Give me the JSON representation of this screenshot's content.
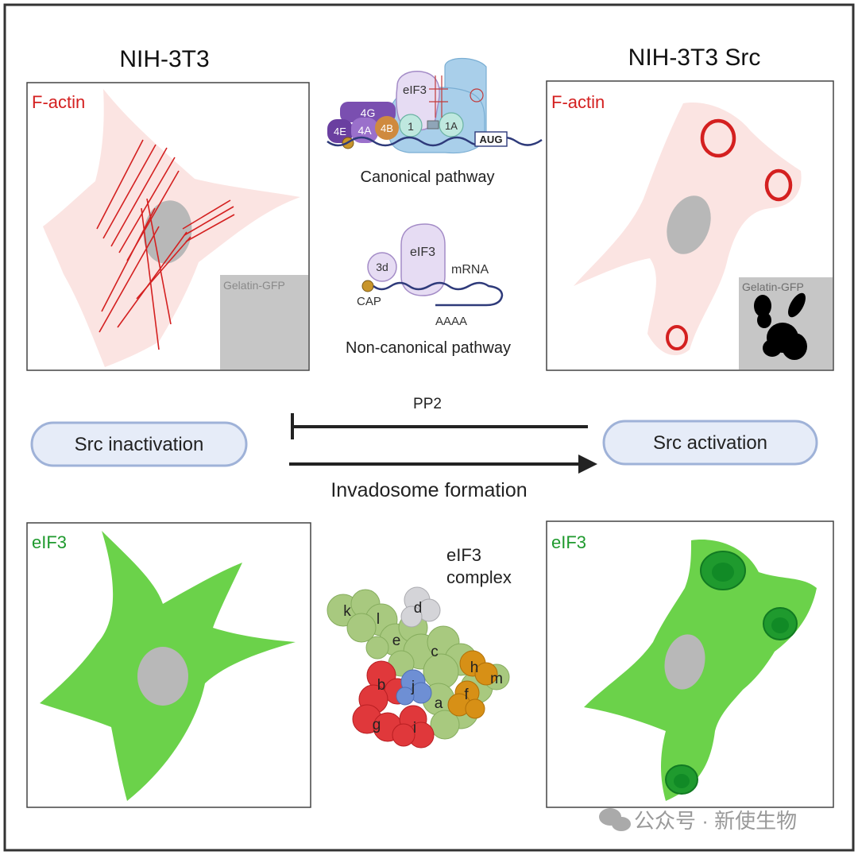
{
  "panels": {
    "top_left_title": "NIH-3T3",
    "top_right_title": "NIH-3T3 Src",
    "top_left_label": "F-actin",
    "top_right_label": "F-actin",
    "gelatin_left": "Gelatin-GFP",
    "gelatin_right": "Gelatin-GFP",
    "bottom_left_label": "eIF3",
    "bottom_right_label": "eIF3"
  },
  "canonical": {
    "eif3": "eIF3",
    "f4g": "4G",
    "f4e": "4E",
    "f4a": "4A",
    "f4b": "4B",
    "f1": "1",
    "f1a": "1A",
    "aug": "AUG",
    "caption": "Canonical pathway"
  },
  "noncanonical": {
    "eif3": "eIF3",
    "d3": "3d",
    "mrna": "mRNA",
    "cap": "CAP",
    "polya": "AAAA",
    "caption": "Non-canonical pathway"
  },
  "middle": {
    "left_pill": "Src inactivation",
    "right_pill": "Src activation",
    "inhibitor": "PP2",
    "arrow_label": "Invadosome formation"
  },
  "complex": {
    "title_1": "eIF3",
    "title_2": "complex",
    "subunits": [
      "k",
      "l",
      "d",
      "e",
      "c",
      "h",
      "m",
      "b",
      "j",
      "f",
      "a",
      "g",
      "i"
    ]
  },
  "watermark": "公众号 · 新使生物",
  "colors": {
    "actin_red": "#d42020",
    "cell_pink": "#fbe4e2",
    "nucleus_gray": "#b8b8b8",
    "eif3_green": "#6bd24a",
    "dark_green": "#1f9a2e",
    "pill_fill": "#e6ecf8",
    "pill_stroke": "#9fb2d8",
    "gelatin_gray": "#c6c6c6"
  }
}
